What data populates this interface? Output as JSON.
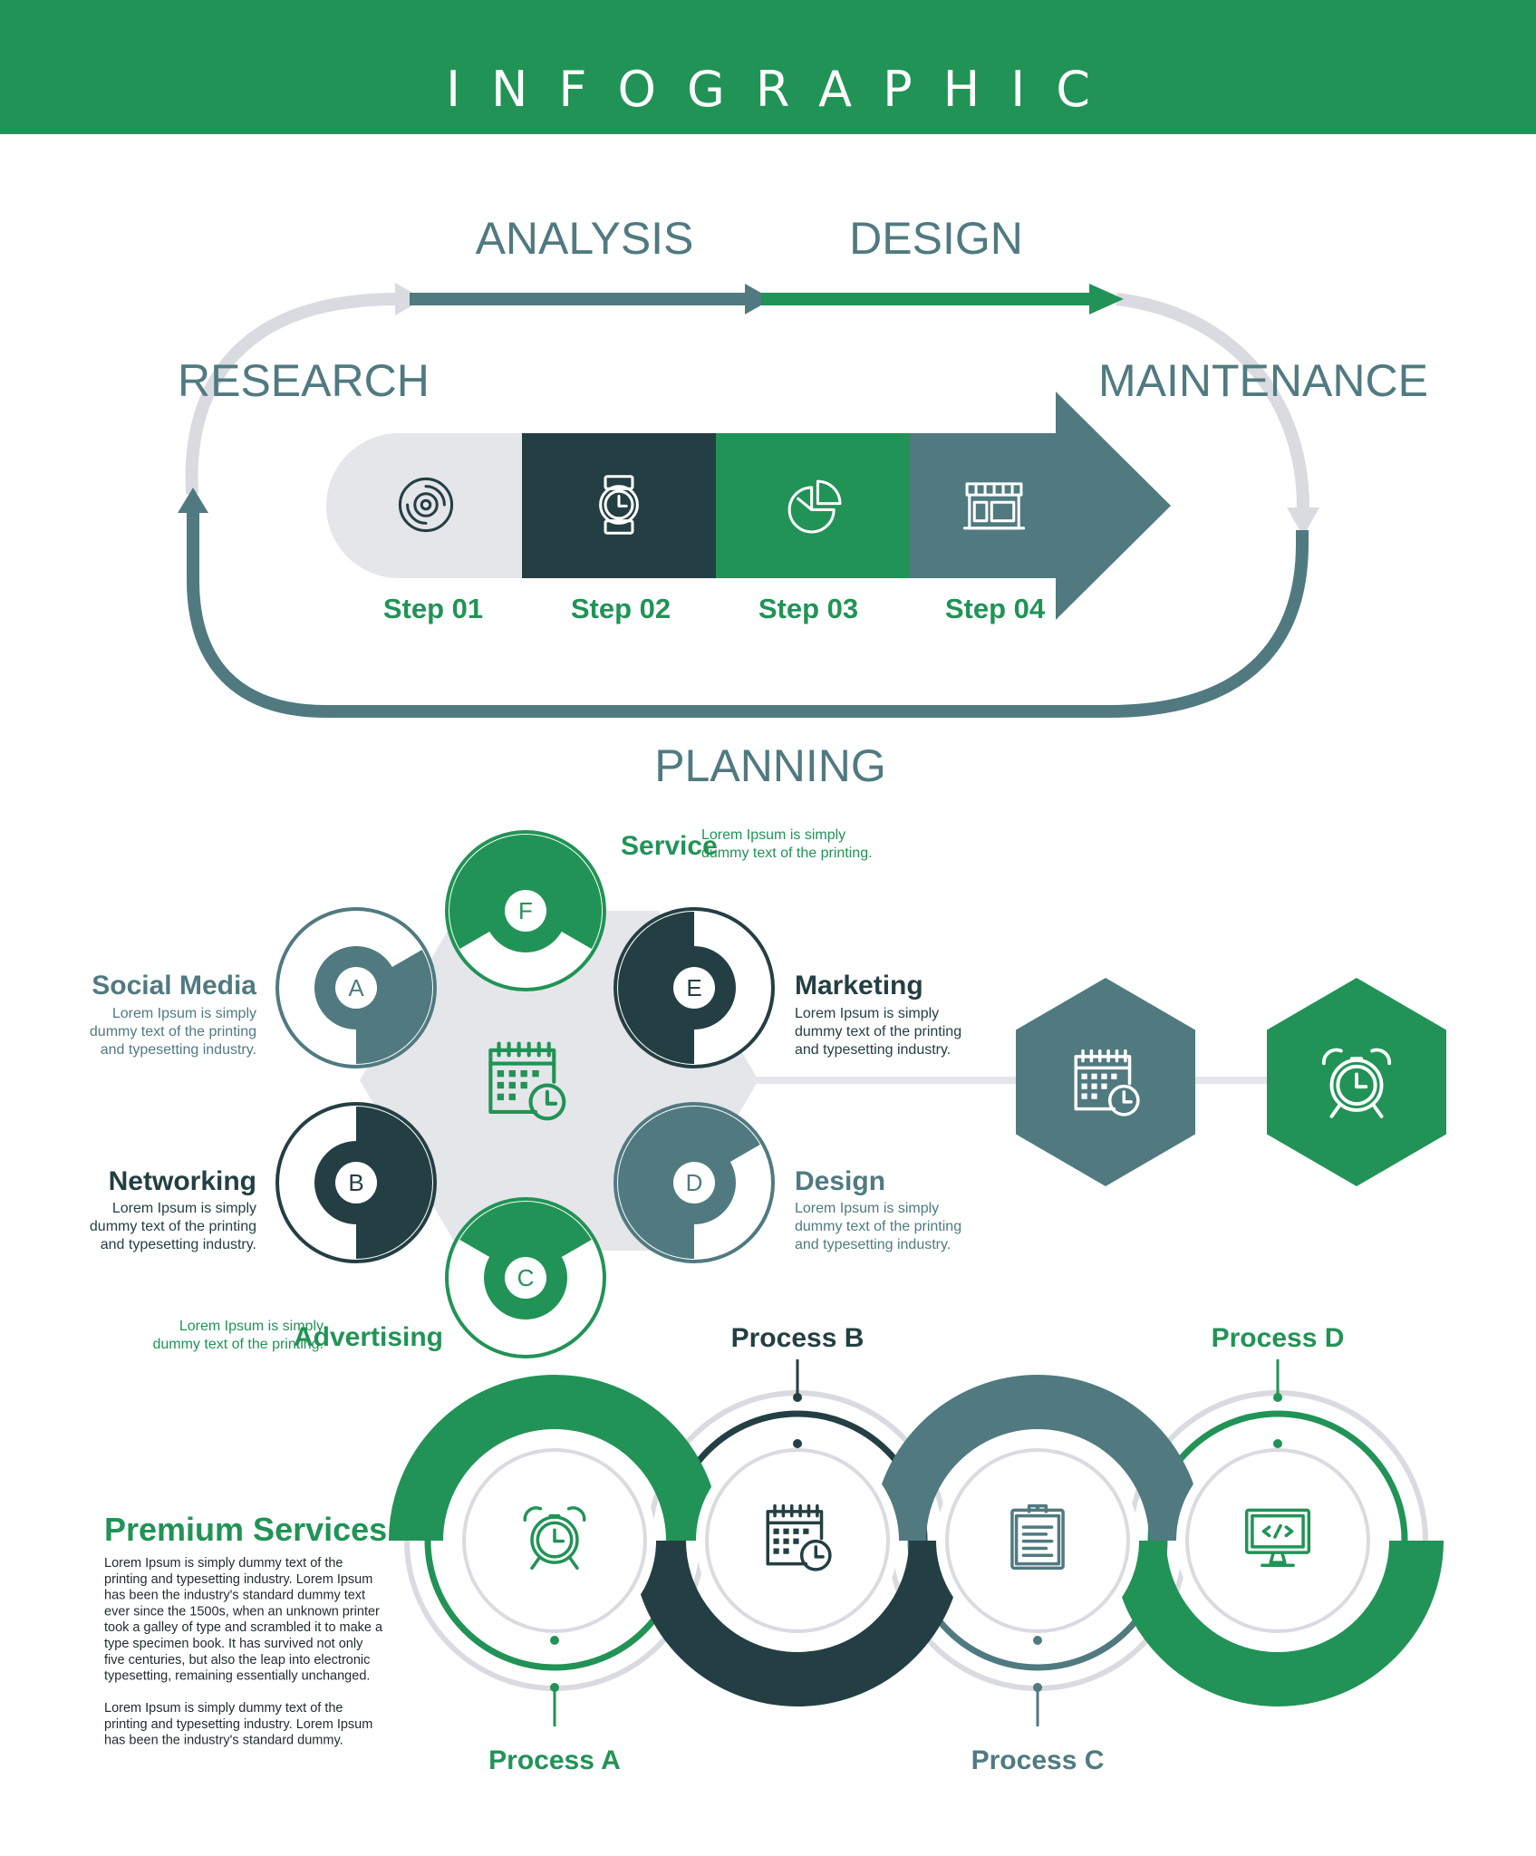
{
  "header": {
    "title": "INFOGRAPHIC"
  },
  "colors": {
    "green": "#219356",
    "slate": "#507a80",
    "dark": "#243f43",
    "light": "#e5e6ea",
    "ring": "#dadbe0"
  },
  "cycle": {
    "labels": {
      "analysis": "ANALYSIS",
      "design": "DESIGN",
      "research": "RESEARCH",
      "maintenance": "MAINTENANCE",
      "planning": "PLANNING"
    },
    "steps": [
      {
        "label": "Step 01",
        "icon": "disc-icon"
      },
      {
        "label": "Step 02",
        "icon": "watch-icon"
      },
      {
        "label": "Step 03",
        "icon": "pie-chart-icon"
      },
      {
        "label": "Step 04",
        "icon": "storefront-icon"
      }
    ]
  },
  "hex": {
    "center_icon": "calendar-clock-icon",
    "nodes": [
      {
        "letter": "F",
        "title": "Service",
        "desc": [
          "Lorem Ipsum is simply",
          "dummy text of the printing."
        ]
      },
      {
        "letter": "E",
        "title": "Marketing",
        "desc": [
          "Lorem Ipsum is simply",
          "dummy text of the printing",
          "and typesetting industry."
        ]
      },
      {
        "letter": "D",
        "title": "Design",
        "desc": [
          "Lorem Ipsum is simply",
          "dummy text of the printing",
          "and typesetting industry."
        ]
      },
      {
        "letter": "C",
        "title": "Advertising",
        "desc": [
          "Lorem Ipsum is simply",
          "dummy text of the printing."
        ]
      },
      {
        "letter": "B",
        "title": "Networking",
        "desc": [
          "Lorem Ipsum is simply",
          "dummy text of the printing",
          "and typesetting industry."
        ]
      },
      {
        "letter": "A",
        "title": "Social Media",
        "desc": [
          "Lorem Ipsum is simply",
          "dummy text of the printing",
          "and typesetting industry."
        ]
      }
    ],
    "side_icons": [
      "calendar-clock-icon",
      "alarm-clock-icon"
    ]
  },
  "premium": {
    "title": "Premium Services",
    "para1": [
      "Lorem Ipsum is simply dummy text of the",
      "printing and typesetting industry. Lorem Ipsum",
      "has been the industry's standard dummy text",
      "ever since the 1500s, when an unknown printer",
      "took a galley of type and scrambled it to make a",
      "type specimen book. It has survived not only",
      "five centuries, but also the leap into electronic",
      "typesetting, remaining essentially unchanged."
    ],
    "para2": [
      "Lorem Ipsum is simply dummy text of the",
      "printing and typesetting industry. Lorem Ipsum",
      "has been the industry's standard dummy."
    ]
  },
  "processes": [
    {
      "label": "Process A",
      "icon": "alarm-clock-icon"
    },
    {
      "label": "Process B",
      "icon": "calendar-clock-icon"
    },
    {
      "label": "Process C",
      "icon": "clipboard-icon"
    },
    {
      "label": "Process D",
      "icon": "code-monitor-icon"
    }
  ]
}
